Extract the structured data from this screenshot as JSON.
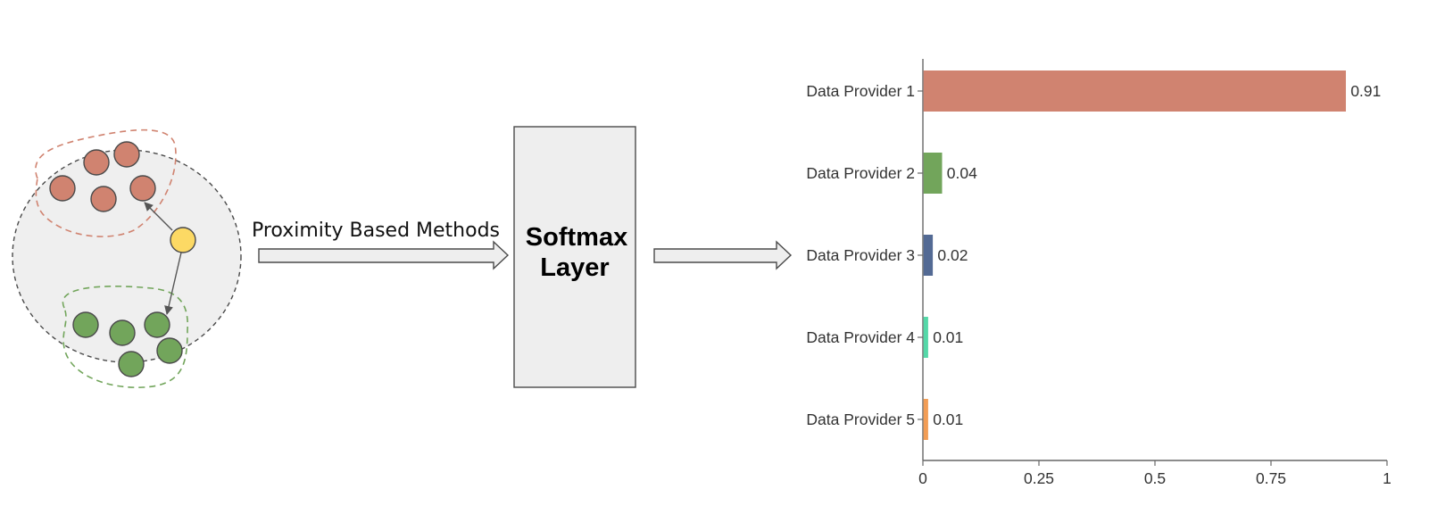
{
  "method_label": "Proximity Based Methods",
  "softmax": {
    "line1": "Softmax",
    "line2": "Layer"
  },
  "colors": {
    "cluster_red": "#d08370",
    "cluster_green": "#72a55b",
    "query_point": "#fcd964",
    "bubble_fill": "#efefef"
  },
  "chart_data": {
    "type": "bar",
    "orientation": "horizontal",
    "categories": [
      "Data Provider 1",
      "Data Provider 2",
      "Data Provider 3",
      "Data Provider 4",
      "Data Provider 5"
    ],
    "values": [
      0.91,
      0.04,
      0.02,
      0.01,
      0.01
    ],
    "value_labels": [
      "0.91",
      "0.04",
      "0.02",
      "0.01",
      "0.01"
    ],
    "colors": [
      "#d08370",
      "#72a55b",
      "#536a94",
      "#54d8a8",
      "#f29d55"
    ],
    "xlim": [
      0,
      1
    ],
    "xticks": [
      0,
      0.25,
      0.5,
      0.75,
      1
    ],
    "xtick_labels": [
      "0",
      "0.25",
      "0.5",
      "0.75",
      "1"
    ],
    "grid": false
  }
}
